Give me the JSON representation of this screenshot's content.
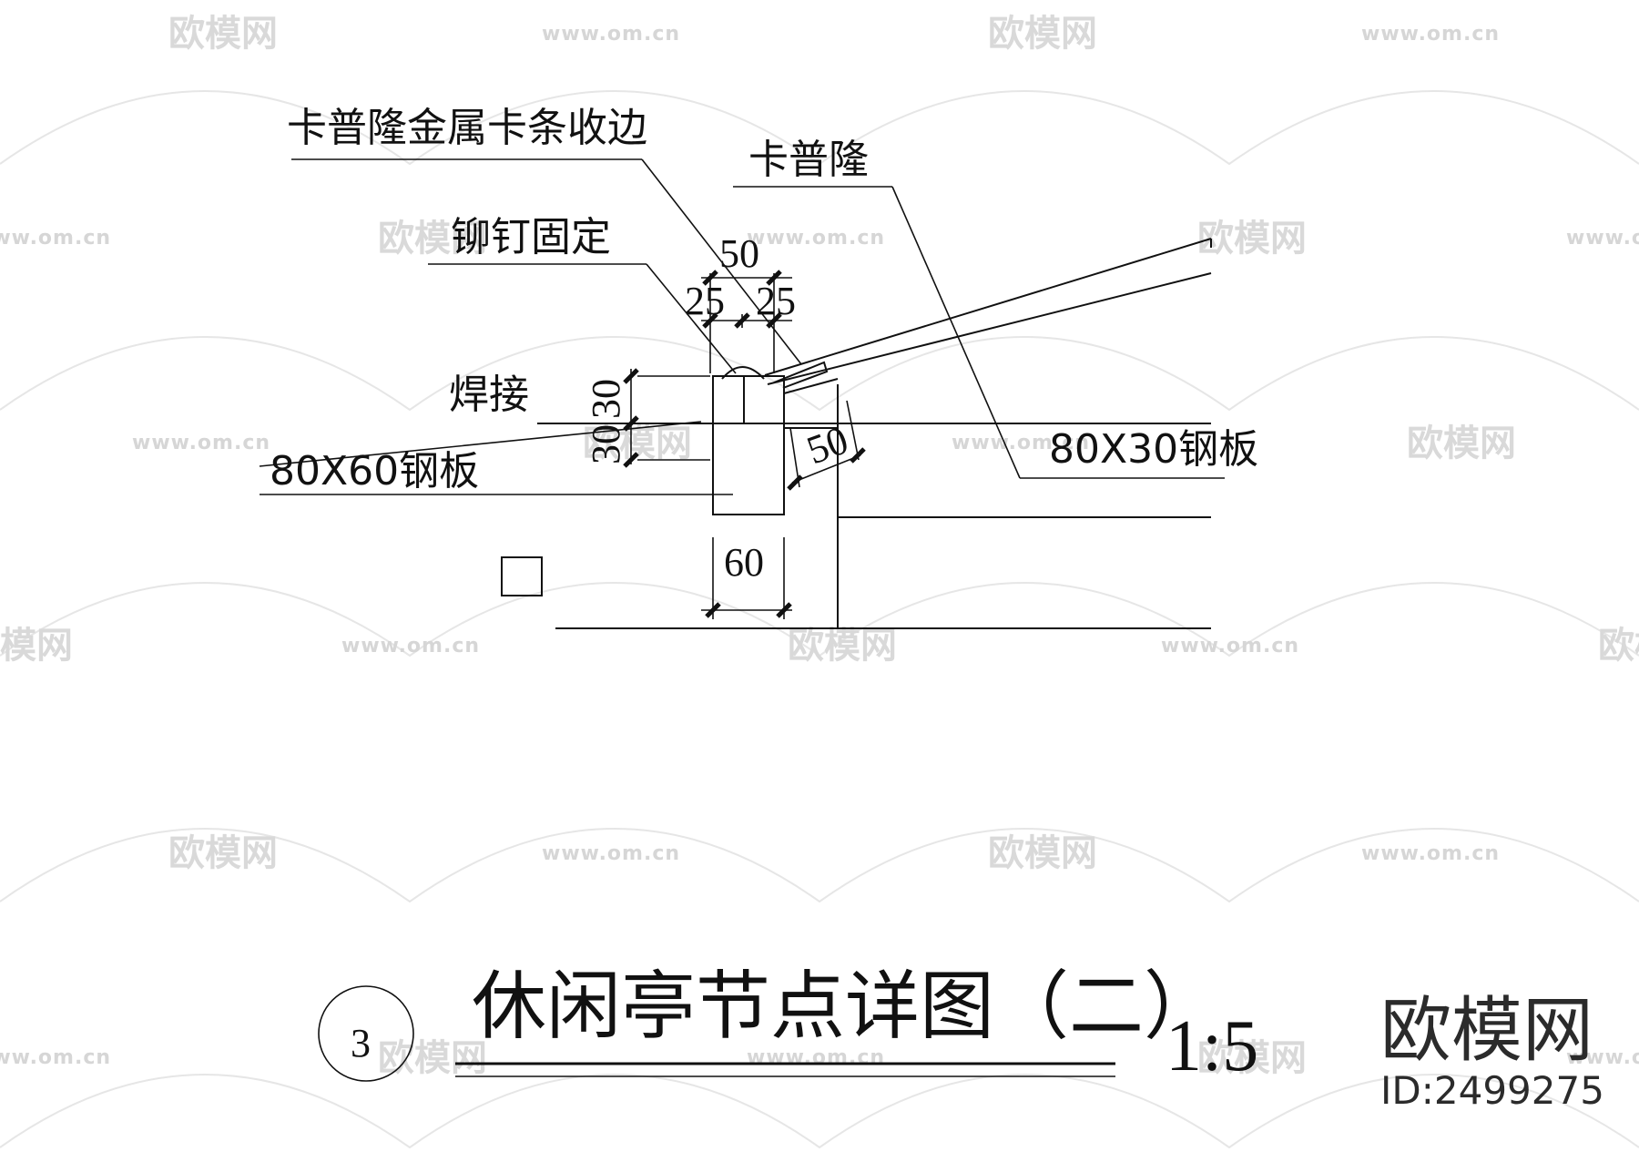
{
  "labels": {
    "capping": "卡普隆金属卡条收边",
    "kapulong": "卡普隆",
    "rivet": "铆钉固定",
    "weld": "焊接",
    "plate_80x60": "80X60钢板",
    "plate_80x30": "80X30钢板"
  },
  "dimensions": {
    "top_total": "50",
    "top_left": "25",
    "top_right": "25",
    "vert_upper": "30",
    "vert_lower": "30",
    "slope": "50",
    "bottom": "60"
  },
  "title": {
    "number": "3",
    "text": "休闲亭节点详图（二）",
    "scale": "1:5"
  },
  "watermark": {
    "brand": "欧模网",
    "url": "www.om.cn",
    "id": "ID:2499275"
  },
  "colors": {
    "line": "#111111",
    "watermark": "#d9d9d9"
  }
}
